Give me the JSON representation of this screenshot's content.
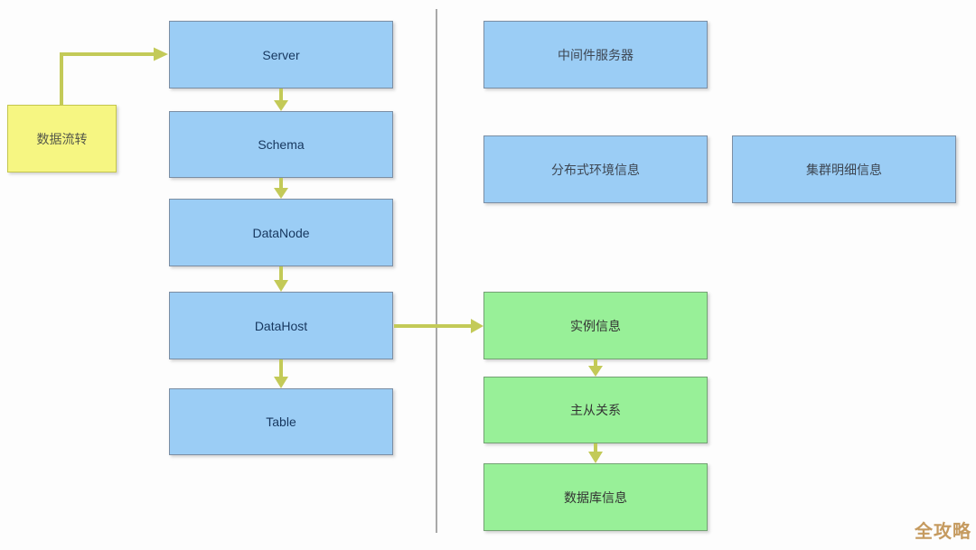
{
  "diagram": {
    "legend": {
      "label": "数据流转"
    },
    "left_flow": {
      "nodes": [
        {
          "label": "Server"
        },
        {
          "label": "Schema"
        },
        {
          "label": "DataNode"
        },
        {
          "label": "DataHost"
        },
        {
          "label": "Table"
        }
      ]
    },
    "right_panels": [
      {
        "label": "中间件服务器"
      },
      {
        "label": "分布式环境信息"
      },
      {
        "label": "集群明细信息"
      }
    ],
    "green_flow": {
      "nodes": [
        {
          "label": "实例信息"
        },
        {
          "label": "主从关系"
        },
        {
          "label": "数据库信息"
        }
      ]
    },
    "edges": [
      {
        "from": "数据流转",
        "to": "Server"
      },
      {
        "from": "Server",
        "to": "Schema"
      },
      {
        "from": "Schema",
        "to": "DataNode"
      },
      {
        "from": "DataNode",
        "to": "DataHost"
      },
      {
        "from": "DataHost",
        "to": "Table"
      },
      {
        "from": "DataHost",
        "to": "实例信息"
      },
      {
        "from": "实例信息",
        "to": "主从关系"
      },
      {
        "from": "主从关系",
        "to": "数据库信息"
      }
    ],
    "watermark": "全攻略",
    "colors": {
      "node_blue_fill": "#9bcdf5",
      "node_blue_border": "#7b8ea4",
      "node_green_fill": "#98f098",
      "node_green_border": "#74a274",
      "node_yellow_fill": "#f6f682",
      "node_yellow_border": "#c4c64e",
      "arrow": "#c3ca58",
      "divider": "#a9a9a9",
      "watermark": "#c59a5f",
      "text_english": "#17375e"
    }
  }
}
